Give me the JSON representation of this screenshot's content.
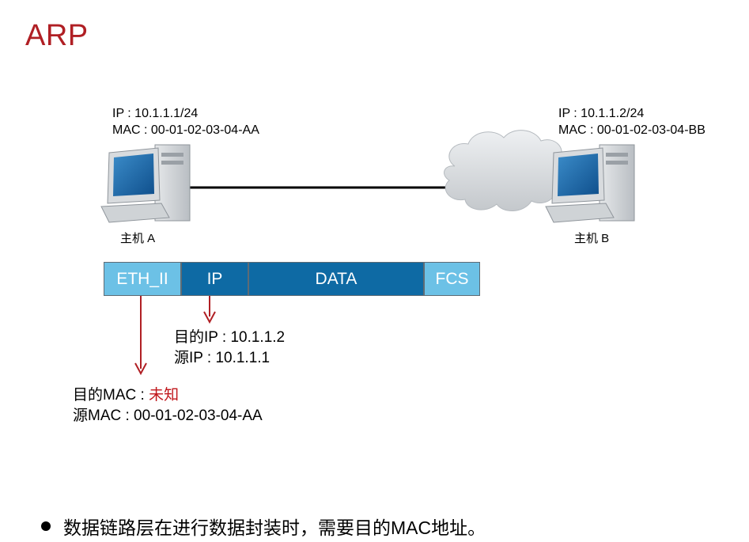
{
  "title": "ARP",
  "host_a": {
    "ip_line": "IP : 10.1.1.1/24",
    "mac_line": "MAC : 00-01-02-03-04-AA",
    "label": "主机 A"
  },
  "host_b": {
    "ip_line": "IP : 10.1.1.2/24",
    "mac_line": "MAC : 00-01-02-03-04-BB",
    "label": "主机 B"
  },
  "frame": {
    "fields": [
      "ETH_II",
      "IP",
      "DATA",
      "FCS"
    ]
  },
  "ip_header": {
    "dest_ip": "目的IP : 10.1.1.2",
    "src_ip": "源IP : 10.1.1.1"
  },
  "eth_header": {
    "dest_mac_prefix": "目的MAC : ",
    "dest_mac_value": "未知",
    "src_mac": "源MAC : 00-01-02-03-04-AA"
  },
  "bullet": "数据链路层在进行数据封装时，需要目的MAC地址。",
  "colors": {
    "title": "#b01f24",
    "field_light": "#6cc1e6",
    "field_dark": "#0e6aa4",
    "arrow": "#b01f24",
    "unknown": "#c0161b"
  },
  "icons": [
    "computer-icon",
    "cloud-icon",
    "arrow-down-icon"
  ]
}
